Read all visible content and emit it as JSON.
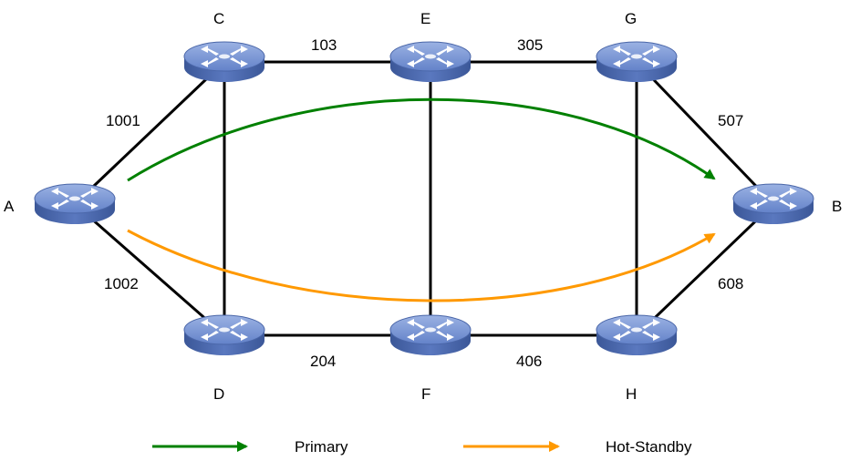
{
  "nodes": {
    "A": {
      "name": "A",
      "icon": "router-icon"
    },
    "B": {
      "name": "B",
      "icon": "router-icon"
    },
    "C": {
      "name": "C",
      "icon": "router-icon"
    },
    "D": {
      "name": "D",
      "icon": "router-icon"
    },
    "E": {
      "name": "E",
      "icon": "router-icon"
    },
    "F": {
      "name": "F",
      "icon": "router-icon"
    },
    "G": {
      "name": "G",
      "icon": "router-icon"
    },
    "H": {
      "name": "H",
      "icon": "router-icon"
    }
  },
  "links": {
    "A_C": "1001",
    "A_D": "1002",
    "C_E": "103",
    "E_G": "305",
    "D_F": "204",
    "F_H": "406",
    "G_B": "507",
    "H_B": "608"
  },
  "legend": {
    "primary": "Primary",
    "hot_standby": "Hot-Standby"
  },
  "colors": {
    "primary": "#008000",
    "hot_standby": "#ff9900",
    "router_body": "#4f6eb8",
    "router_top": "#7b98d6",
    "link": "#000000"
  }
}
